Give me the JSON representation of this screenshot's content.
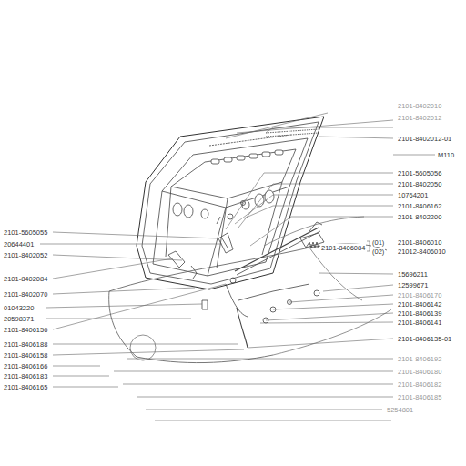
{
  "diagram": {
    "labels": [
      "2101-8402010",
      "2101-8402012",
      "2101-8402012-01",
      "М110",
      "2101-5605056",
      "2101-8402050",
      "10764201",
      "2101-8406162",
      "2101-8402200",
      "2101-8406084",
      "(01)",
      "(02)",
      "2101-8406010",
      "21012-8406010",
      "15696211",
      "12599671",
      "2101-8406170",
      "2101-8406142",
      "2101-8406139",
      "2101-8406141",
      "2101-8406135-01",
      "2101-8406192",
      "2101-8406180",
      "2101-8406182",
      "2101-8406185",
      "5254801",
      "2101-5605055",
      "20644401",
      "2101-8402052",
      "2101-8402084",
      "2101-8402070",
      "01043220",
      "20598371",
      "2101-8406156",
      "2101-8406188",
      "2101-8406158",
      "2101-8406166",
      "2101-8406183",
      "2101-8406165"
    ]
  }
}
